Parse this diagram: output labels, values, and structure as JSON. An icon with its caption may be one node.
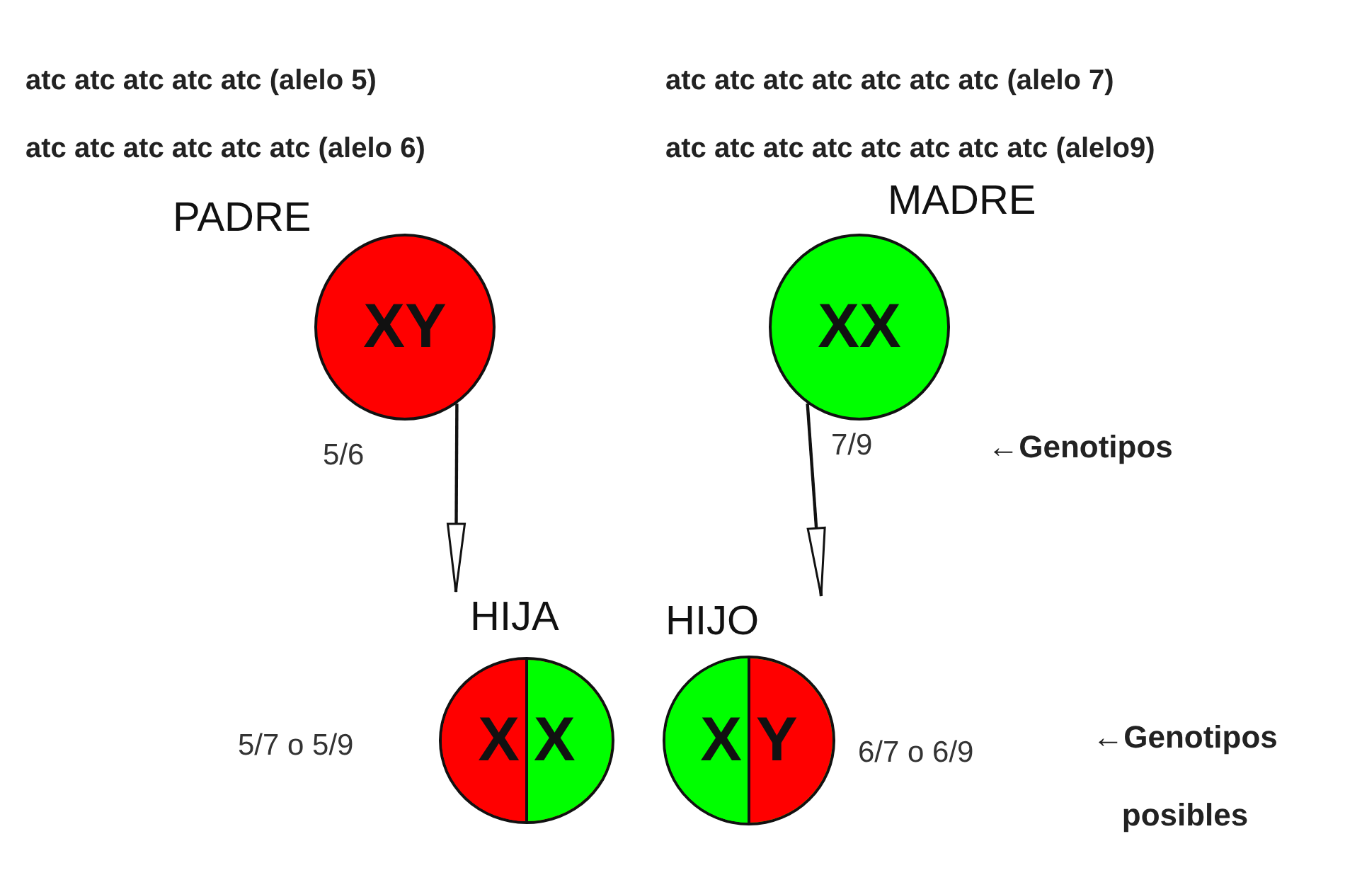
{
  "diagram": {
    "nodes": [
      {
        "text": [
          "PADRE",
          "XY"
        ],
        "beside": [
          "5/6"
        ]
      },
      {
        "text": [
          "MADRE",
          "XX"
        ],
        "beside": [
          "7/9"
        ]
      },
      {
        "text": [
          "HIJA",
          "X",
          "X"
        ],
        "beside": [
          "5/7 o 5/9"
        ]
      },
      {
        "text": [
          "HIJO",
          "X",
          "Y"
        ],
        "beside": [
          "6/7 o 6/9"
        ]
      }
    ],
    "edges": [
      {
        "from": 0,
        "to": 2,
        "arrow": "to"
      },
      {
        "from": 1,
        "to": 3,
        "arrow": "to"
      }
    ],
    "labels": [
      "atc atc atc atc atc (alelo 5)",
      "atc atc atc atc atc atc (alelo 6)",
      "atc atc atc atc atc atc atc (alelo 7)",
      "atc atc atc atc atc atc atc atc (alelo9)",
      "←Genotipos",
      "←Genotipos posibles"
    ]
  }
}
